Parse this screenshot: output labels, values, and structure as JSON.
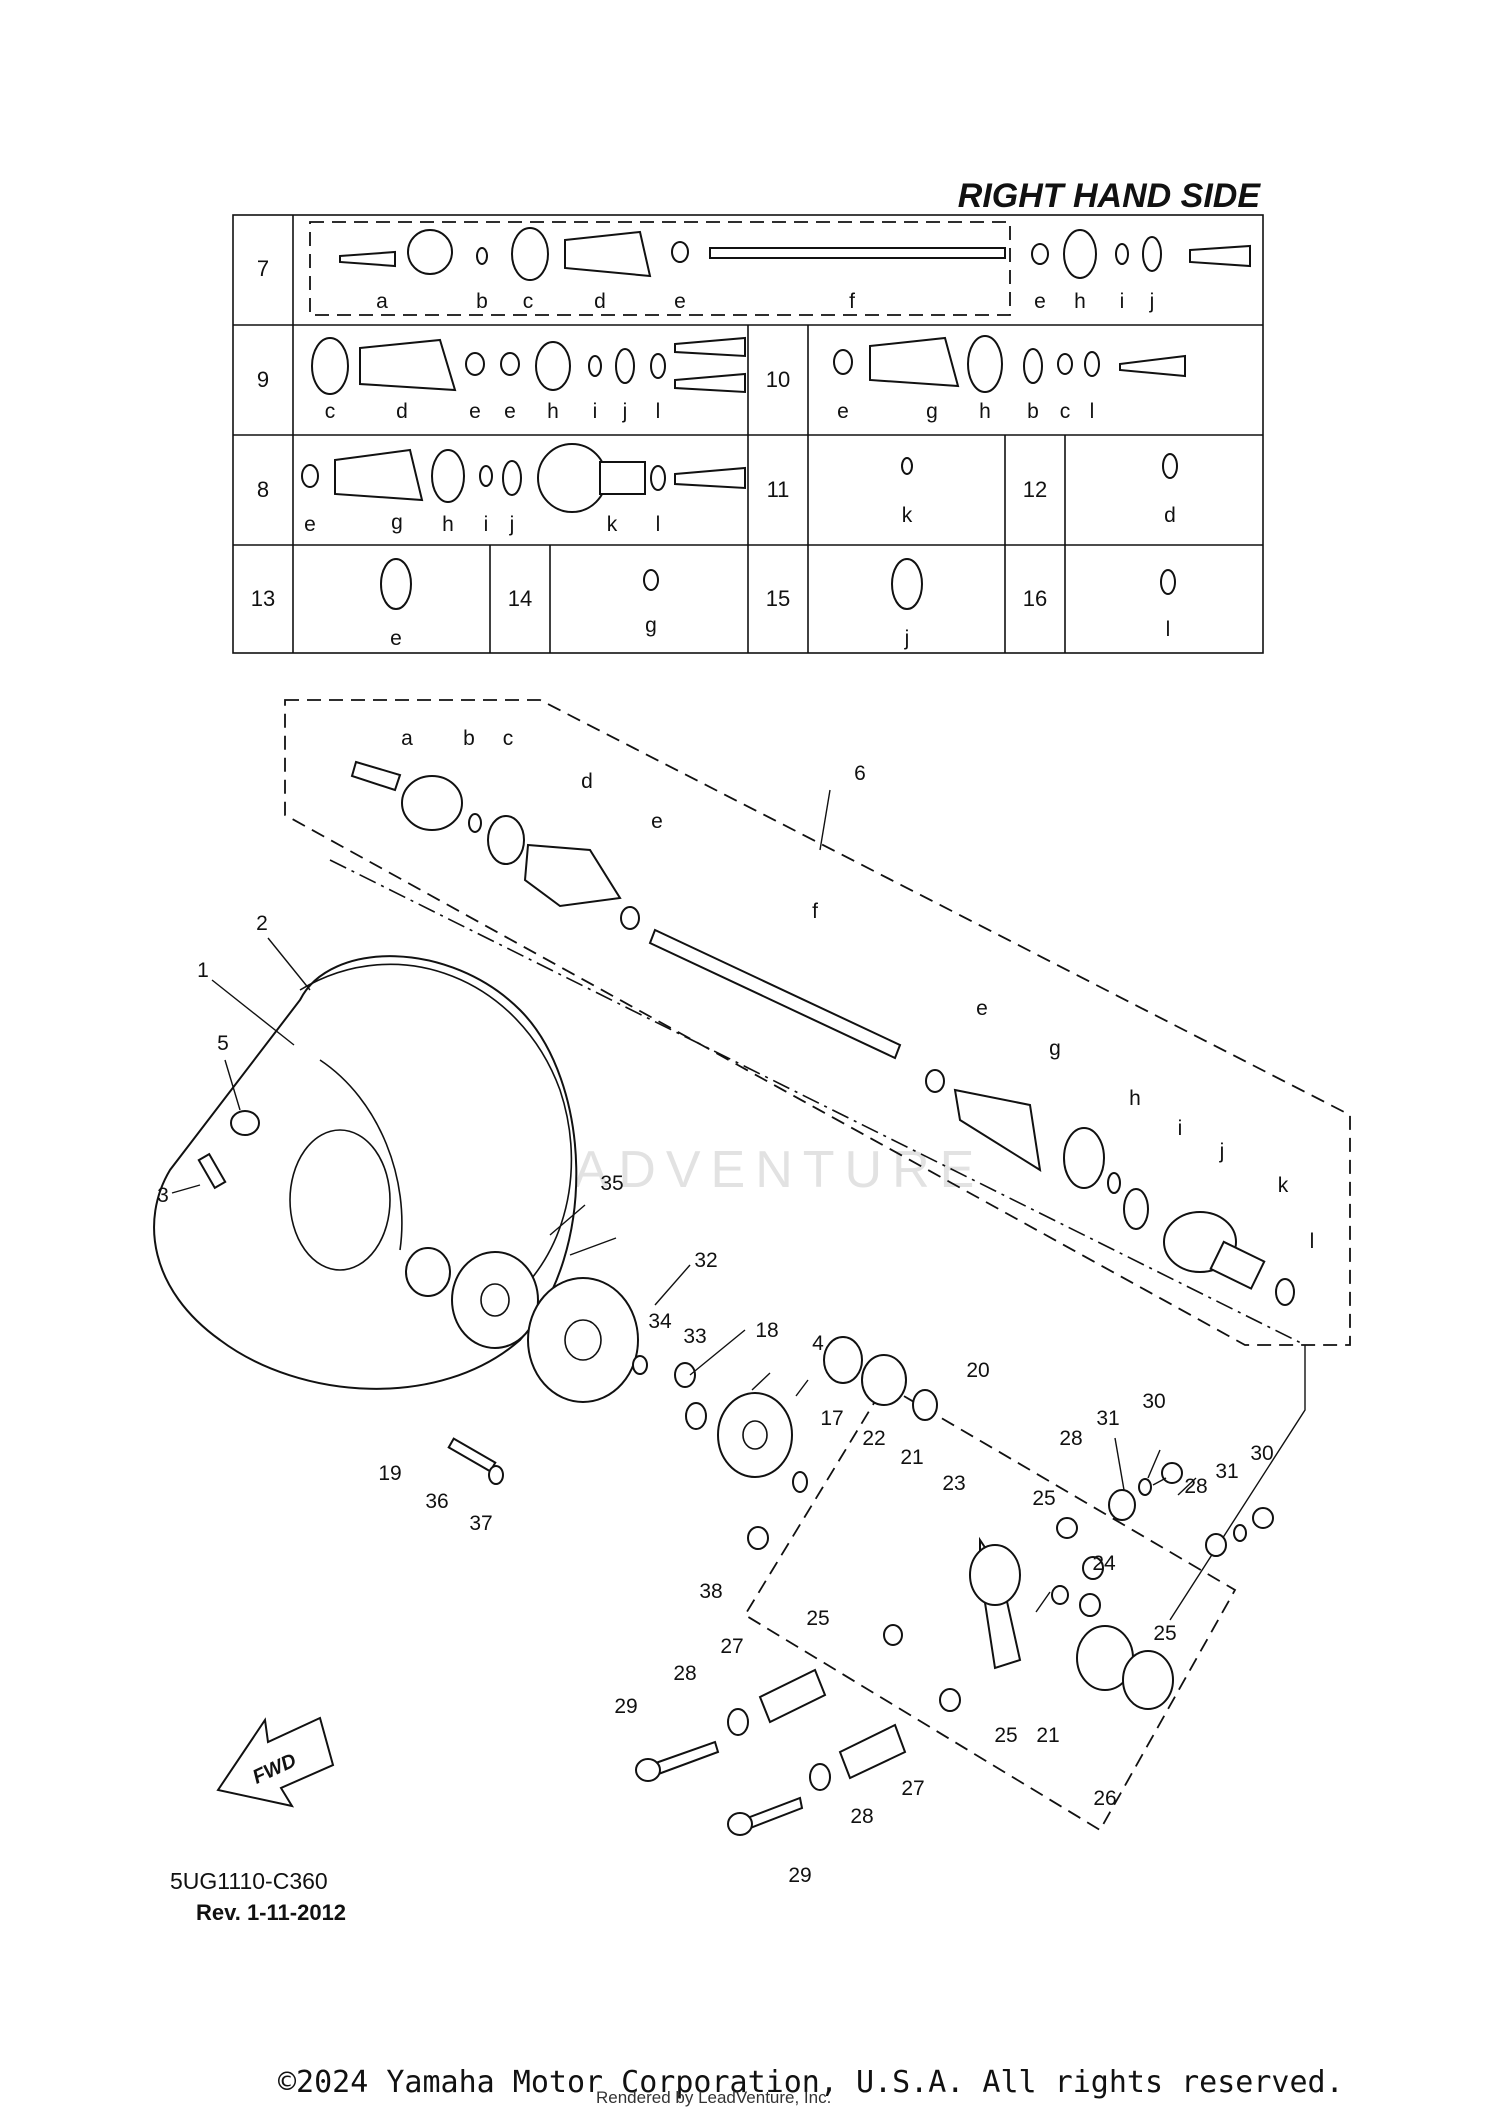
{
  "header": "RIGHT HAND SIDE",
  "kit_table": {
    "rows": [
      {
        "number": "7",
        "letters": [
          "a",
          "b",
          "c",
          "d",
          "e",
          "f",
          "e",
          "h",
          "i",
          "j"
        ]
      },
      {
        "number": "9",
        "letters": [
          "c",
          "d",
          "e",
          "e",
          "h",
          "i",
          "j",
          "l"
        ]
      },
      {
        "number": "10",
        "letters": [
          "e",
          "g",
          "h",
          "b",
          "c",
          "l"
        ]
      },
      {
        "number": "8",
        "letters": [
          "e",
          "g",
          "h",
          "i",
          "j",
          "k",
          "l"
        ]
      },
      {
        "number": "11",
        "letters": [
          "k"
        ]
      },
      {
        "number": "12",
        "letters": [
          "d"
        ]
      },
      {
        "number": "13",
        "letters": [
          "e"
        ]
      },
      {
        "number": "14",
        "letters": [
          "g"
        ]
      },
      {
        "number": "15",
        "letters": [
          "j"
        ]
      },
      {
        "number": "16",
        "letters": [
          "l"
        ]
      }
    ]
  },
  "exploded_view": {
    "shaft_letters": [
      "a",
      "b",
      "c",
      "d",
      "e",
      "f",
      "e",
      "g",
      "h",
      "i",
      "j",
      "k",
      "l"
    ],
    "callouts": [
      "1",
      "2",
      "3",
      "4",
      "5",
      "6",
      "17",
      "18",
      "19",
      "20",
      "21",
      "21",
      "22",
      "23",
      "24",
      "25",
      "25",
      "25",
      "25",
      "26",
      "27",
      "27",
      "28",
      "28",
      "28",
      "28",
      "29",
      "29",
      "30",
      "30",
      "31",
      "31",
      "32",
      "33",
      "34",
      "35",
      "36",
      "37",
      "38"
    ],
    "fwd_label": "FWD"
  },
  "drawing_code": "5UG1110-C360",
  "revision": "Rev.  1-11-2012",
  "copyright": "©2024 Yamaha Motor Corporation, U.S.A. All rights reserved.",
  "rendered_by": "Rendered by LeadVenture, Inc.",
  "watermark": "LEADVENTURE"
}
